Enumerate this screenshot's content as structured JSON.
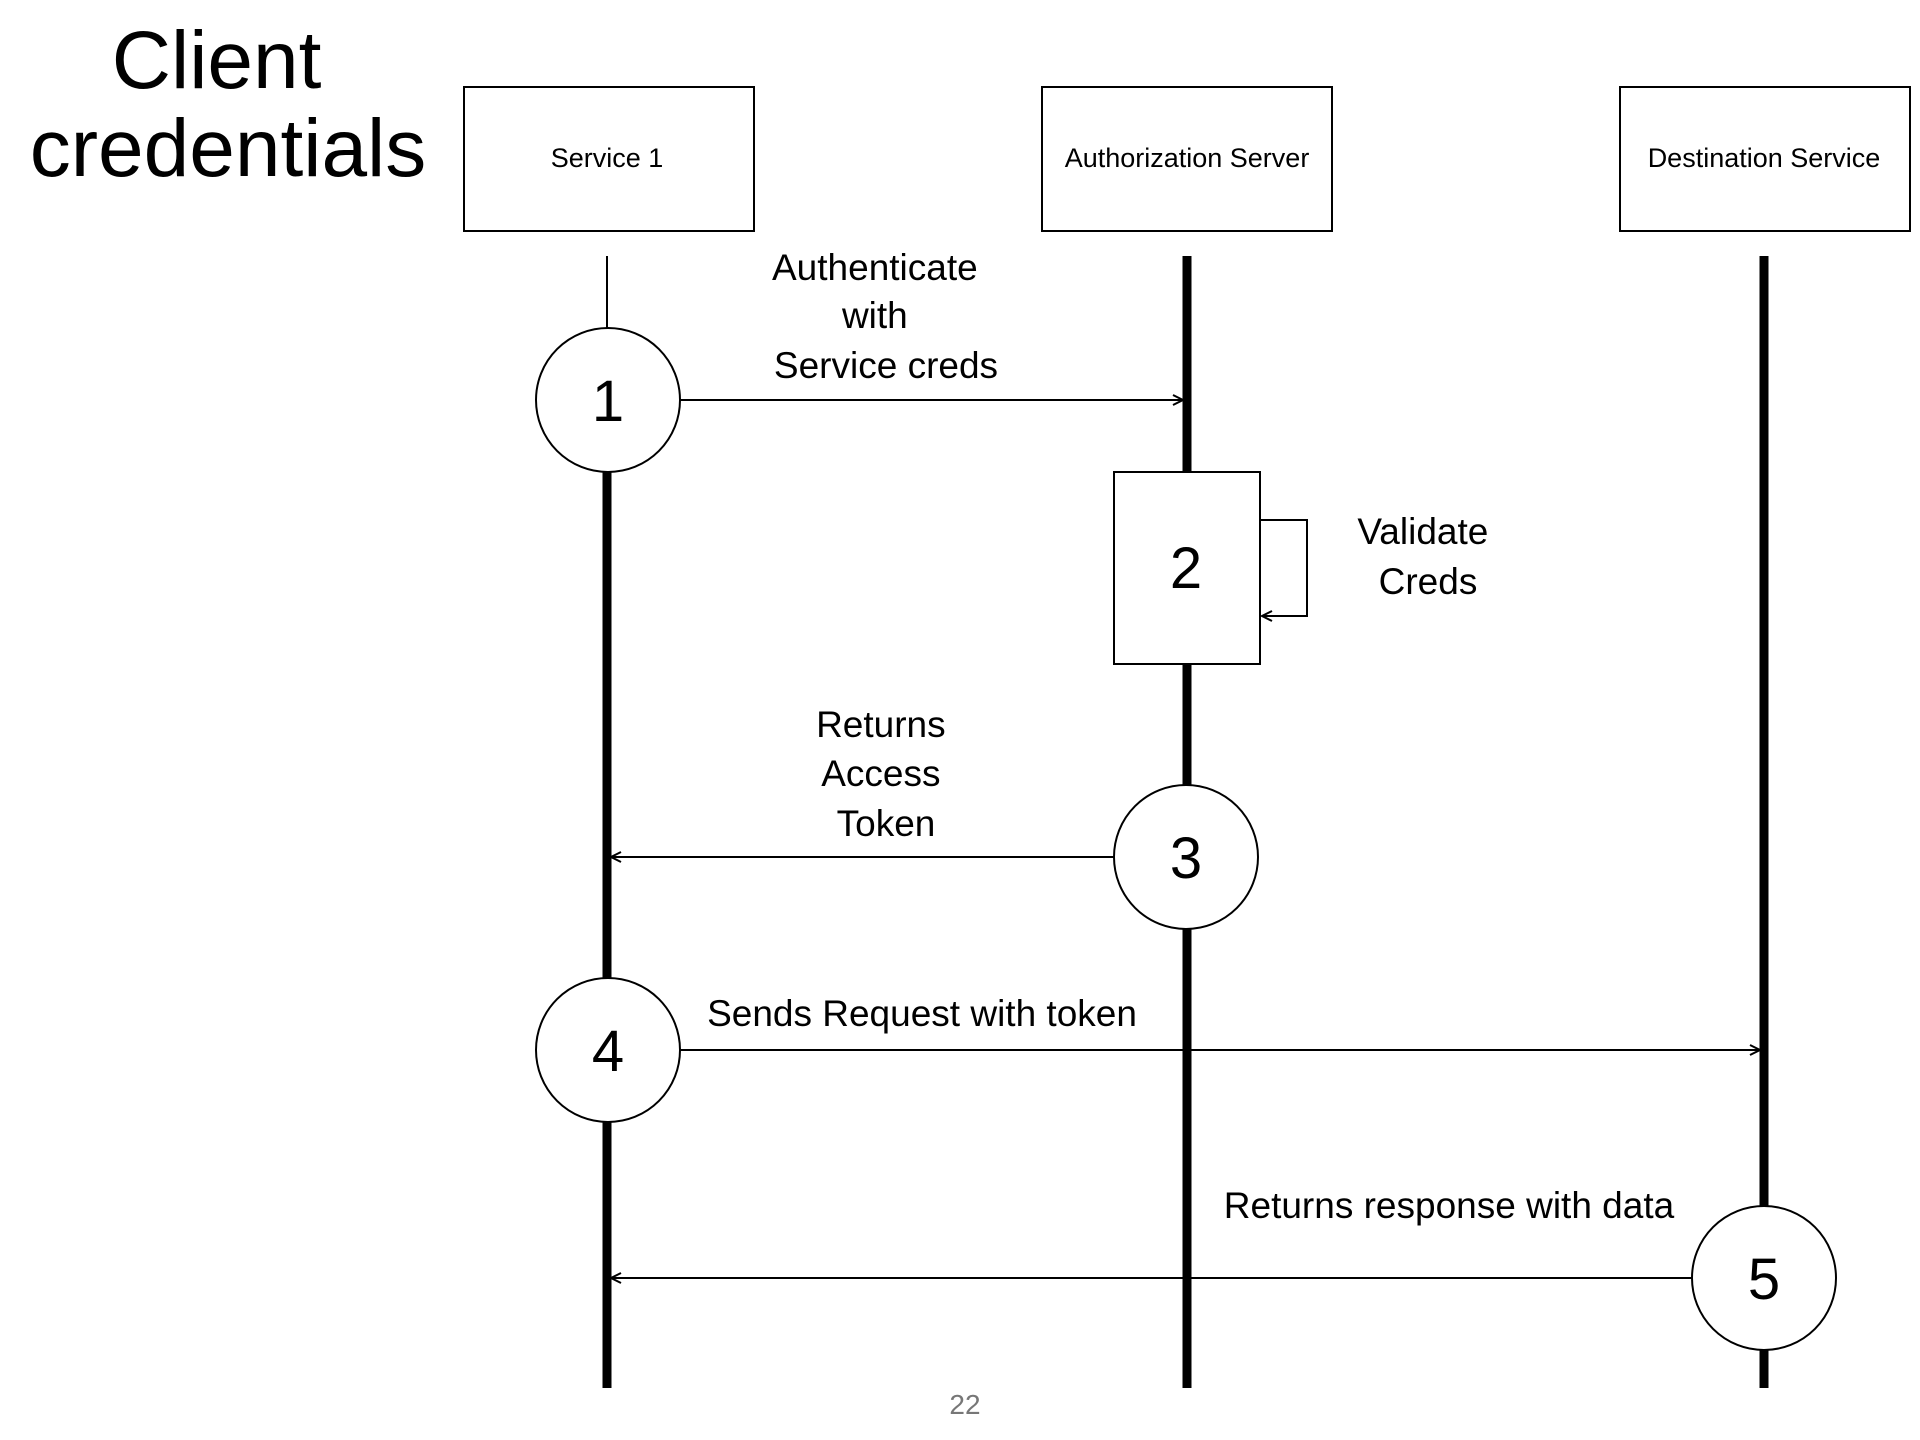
{
  "title": [
    "Client",
    "credentials"
  ],
  "participants": [
    "Service 1",
    "Authorization Server",
    "Destination Service"
  ],
  "steps": [
    {
      "number": "1",
      "label": [
        "Authenticate",
        "with",
        "Service creds"
      ]
    },
    {
      "number": "2",
      "label": [
        "Validate",
        "Creds"
      ]
    },
    {
      "number": "3",
      "label": [
        "Returns",
        "Access",
        "Token"
      ]
    },
    {
      "number": "4",
      "label": [
        "Sends Request with token"
      ]
    },
    {
      "number": "5",
      "label": [
        "Returns response with data"
      ]
    }
  ],
  "page_number": "22"
}
